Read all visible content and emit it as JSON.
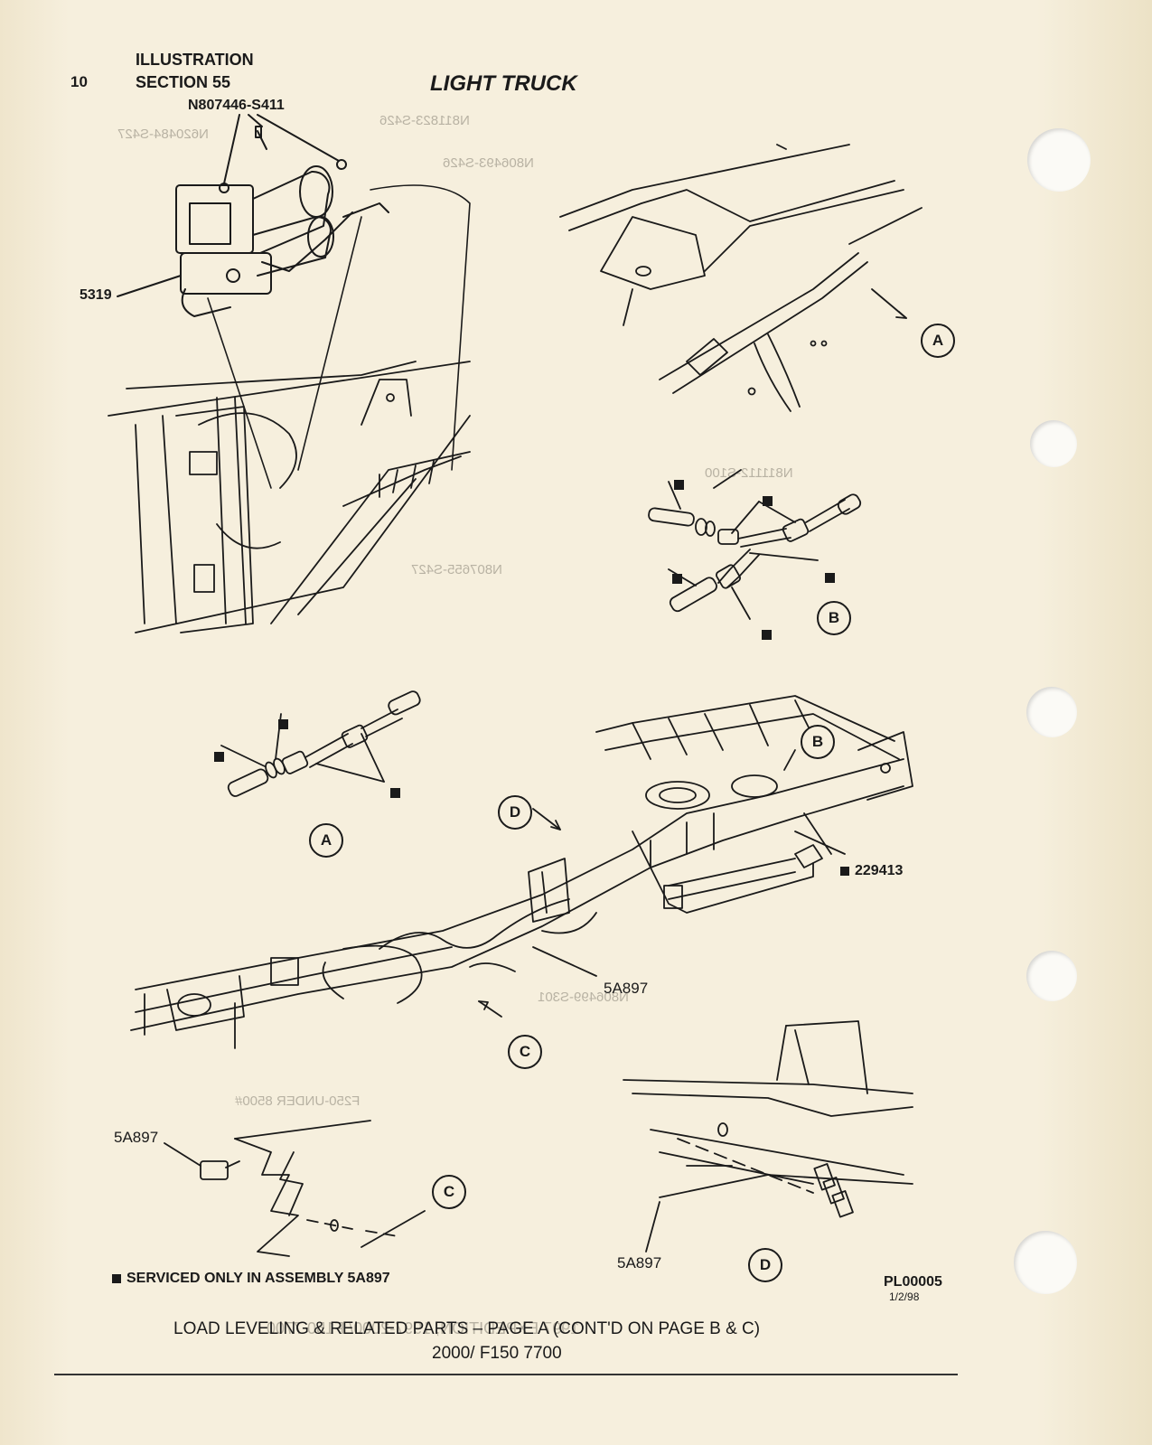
{
  "header": {
    "page_number": "10",
    "illustration_label": "ILLUSTRATION",
    "section_label": "SECTION 55",
    "title": "LIGHT TRUCK"
  },
  "callouts": {
    "n807446": "N807446-S411",
    "p5319": "5319",
    "p229413": "229413",
    "p5a897_main": "5A897",
    "p5a897_c": "5A897",
    "p5a897_d": "5A897"
  },
  "view_labels": {
    "a_top": "A",
    "b_top": "B",
    "a_mid": "A",
    "b_frame": "B",
    "d_frame": "D",
    "c_frame": "C",
    "c_detail": "C",
    "d_detail": "D"
  },
  "bleed_through": {
    "t1": "N811823-S426",
    "t2": "N620484-S427",
    "t3": "N806493-S426",
    "t4": "N811112-S100",
    "t5": "N807655-S427",
    "t6": "N806499-S301",
    "t7": "F250-UNDER 8500#",
    "t8": "1997 EXPEDITION, 1997-2000/ F150 7700"
  },
  "legend": {
    "serviced_note": "SERVICED ONLY IN ASSEMBLY 5A897"
  },
  "footer": {
    "code": "PL00005",
    "date": "1/2/98",
    "caption_line1": "LOAD LEVELING & RELATED PARTS – PAGE A (CONT'D ON PAGE B & C)",
    "caption_line2": "2000/ F150 7700"
  },
  "colors": {
    "paper": "#f4ecd8",
    "ink": "#1a1a1a",
    "bleed": "#b8b2a3"
  }
}
